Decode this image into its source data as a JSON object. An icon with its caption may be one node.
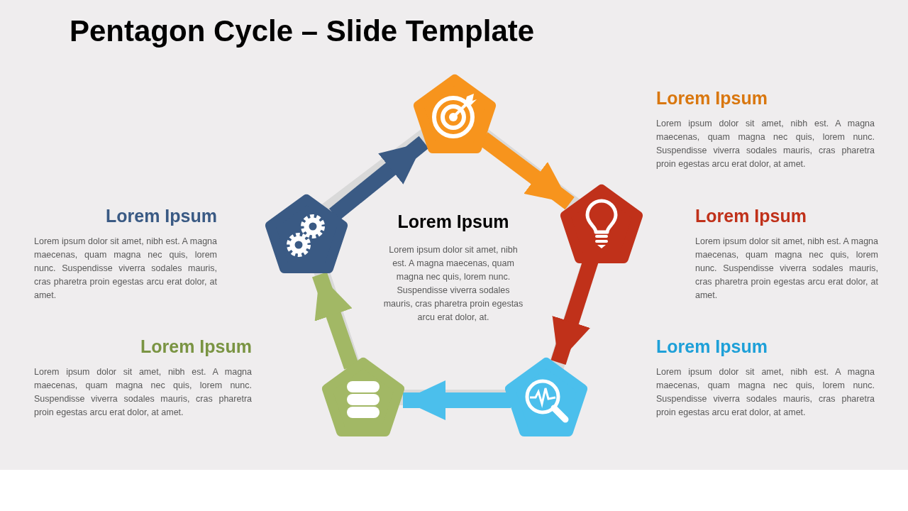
{
  "diagram": {
    "title": "Pentagon Cycle – Slide Template",
    "nodes": [
      {
        "text": [],
        "shape": "pentagon",
        "beside": [
          "Lorem Ipsum",
          "Lorem ipsum dolor sit amet, nibh est. A magna maecenas, quam magna nec quis, lorem nunc. Suspendisse viverra sodales mauris, cras pharetra proin egestas arcu erat dolor, at amet."
        ]
      },
      {
        "text": [],
        "shape": "pentagon",
        "beside": [
          "Lorem Ipsum",
          "Lorem ipsum dolor sit amet, nibh est. A magna maecenas, quam magna nec quis, lorem nunc. Suspendisse viverra sodales mauris, cras pharetra proin egestas arcu erat dolor, at amet."
        ]
      },
      {
        "text": [],
        "shape": "pentagon",
        "beside": [
          "Lorem Ipsum",
          "Lorem ipsum dolor sit amet, nibh est. A magna maecenas, quam magna nec quis, lorem nunc. Suspendisse viverra sodales mauris, cras pharetra proin egestas arcu erat dolor, at amet."
        ]
      },
      {
        "text": [],
        "shape": "pentagon",
        "beside": [
          "Lorem Ipsum",
          "Lorem ipsum dolor sit amet, nibh est. A magna maecenas, quam magna nec quis, lorem nunc. Suspendisse viverra sodales mauris, cras pharetra proin egestas arcu erat dolor, at amet."
        ]
      },
      {
        "text": [],
        "shape": "pentagon",
        "beside": [
          "Lorem Ipsum",
          "Lorem ipsum dolor sit amet, nibh est. A magna maecenas, quam magna nec quis, lorem nunc. Suspendisse viverra sodales mauris, cras pharetra proin egestas arcu erat dolor, at amet."
        ]
      }
    ],
    "edges": [
      {
        "from": 0,
        "to": 2,
        "arrow": "to",
        "color": "#f7941d"
      },
      {
        "from": 2,
        "to": 4,
        "arrow": "to",
        "color": "#c0311a"
      },
      {
        "from": 4,
        "to": 3,
        "arrow": "to",
        "color": "#4bbfec"
      },
      {
        "from": 3,
        "to": 1,
        "arrow": "to",
        "color": "#a2b865"
      },
      {
        "from": 1,
        "to": 0,
        "arrow": "to",
        "color": "#3a5a84"
      }
    ],
    "labels": [
      "Lorem Ipsum",
      "Lorem ipsum dolor sit amet, nibh est. A magna maecenas, quam magna nec quis, lorem nunc. Suspendisse viverra sodales mauris, cras pharetra proin egestas arcu erat dolor, at."
    ]
  }
}
